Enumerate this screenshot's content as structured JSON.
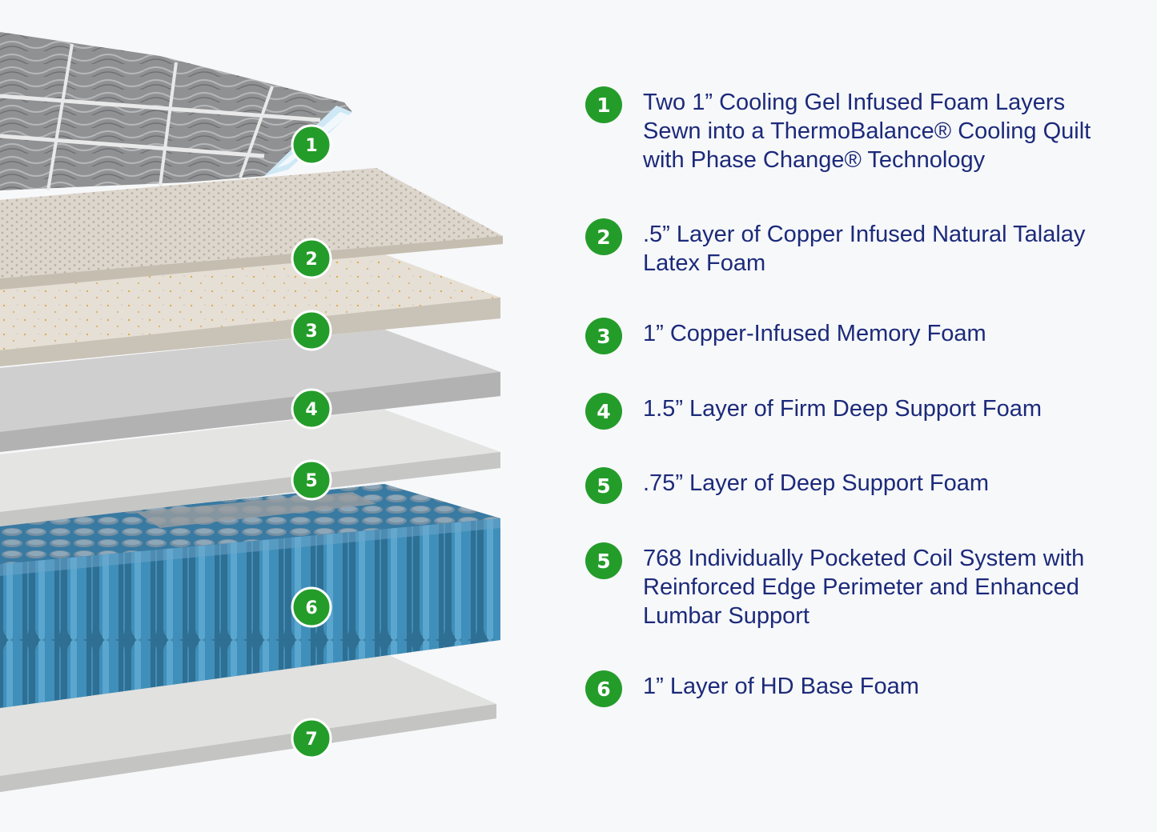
{
  "diagram_markers": [
    "1",
    "2",
    "3",
    "4",
    "5",
    "6",
    "7"
  ],
  "legend": [
    {
      "number": "1",
      "lines": [
        "Two 1” Cooling Gel Infused Foam Layers",
        "Sewn into a ThermoBalance® Cooling Quilt",
        "with Phase Change® Technology"
      ]
    },
    {
      "number": "2",
      "lines": [
        ".5” Layer of Copper Infused Natural Talalay",
        "Latex Foam"
      ]
    },
    {
      "number": "3",
      "lines": [
        "1” Copper-Infused Memory Foam"
      ]
    },
    {
      "number": "4",
      "lines": [
        "1.5” Layer of Firm Deep Support Foam"
      ]
    },
    {
      "number": "5",
      "lines": [
        ".75” Layer of Deep Support Foam"
      ]
    },
    {
      "number": "5",
      "lines": [
        "768 Individually Pocketed Coil System with",
        "Reinforced Edge Perimeter and Enhanced",
        "Lumbar Support"
      ]
    },
    {
      "number": "6",
      "lines": [
        "1” Layer of HD Base Foam"
      ]
    }
  ],
  "colors": {
    "background": "#f7f8fa",
    "badge_green": "#249c2a",
    "text_navy": "#1c2a7a",
    "coil_blue": "#3f8fba",
    "quilt_gray": "#8f9193",
    "latex_beige": "#ddd6cc",
    "foam_gray": "#cfcfcf",
    "foam_light": "#e1e1df"
  }
}
